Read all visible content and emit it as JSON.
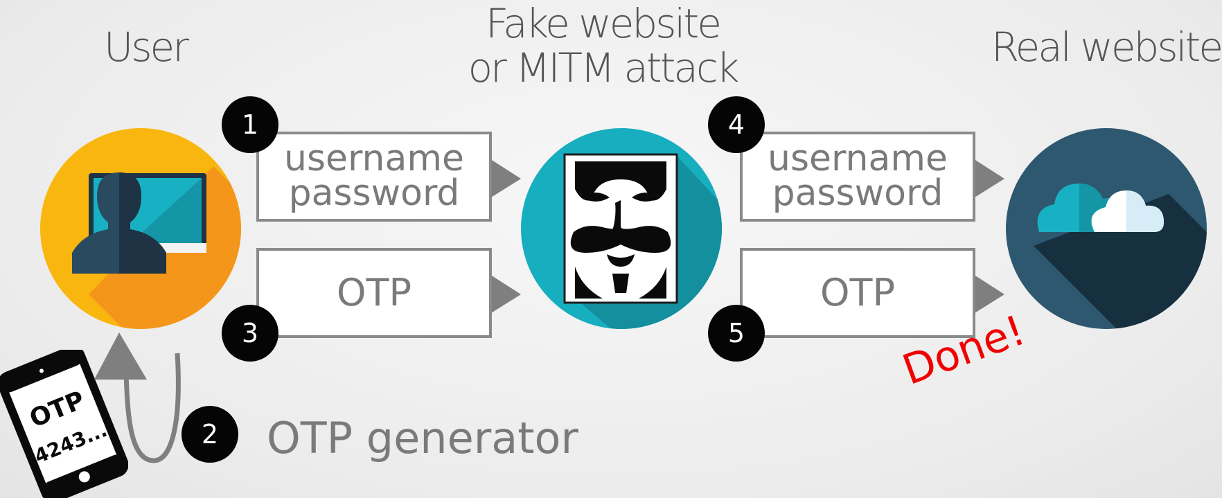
{
  "headings": {
    "user": "User",
    "fake_line1": "Fake website",
    "fake_line2": "or MITM attack",
    "real": "Real website"
  },
  "steps": [
    {
      "number": "1",
      "line1": "username",
      "line2": "password"
    },
    {
      "number": "2",
      "label": "OTP generator"
    },
    {
      "number": "3",
      "text": "OTP"
    },
    {
      "number": "4",
      "line1": "username",
      "line2": "password"
    },
    {
      "number": "5",
      "text": "OTP"
    }
  ],
  "phone": {
    "line1": "OTP",
    "line2": "4243..."
  },
  "done_text": "Done!",
  "colors": {
    "user_circle": "#f9b60f",
    "attacker_circle": "#17aebf",
    "server_circle": "#2e5870",
    "box_border": "#8a8a8a",
    "arrow": "#7f7f7f",
    "badge": "#050505",
    "done": "#f00000"
  },
  "icons": {
    "user": "user-at-computer-icon",
    "attacker": "guy-fawkes-mask-icon",
    "server": "cloud-icon",
    "phone": "smartphone-icon"
  }
}
